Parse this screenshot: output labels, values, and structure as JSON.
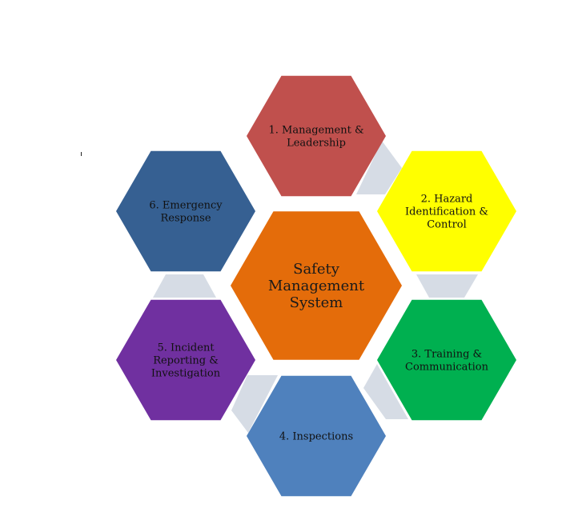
{
  "center": {
    "lines": [
      "Safety",
      "Management",
      "System"
    ],
    "color": "#E46C0A"
  },
  "hexes": [
    {
      "id": "management-leadership",
      "lines": [
        "1. Management &",
        "Leadership"
      ],
      "color": "#C0504D"
    },
    {
      "id": "hazard-identification-control",
      "lines": [
        "2. Hazard",
        "Identification &",
        "Control"
      ],
      "color": "#FFFF00"
    },
    {
      "id": "training-communication",
      "lines": [
        "3. Training &",
        "Communication"
      ],
      "color": "#00B050"
    },
    {
      "id": "inspections",
      "lines": [
        "4. Inspections"
      ],
      "color": "#4F81BD"
    },
    {
      "id": "incident-reporting-investigation",
      "lines": [
        "5. Incident",
        "Reporting &",
        "Investigation"
      ],
      "color": "#7030A0"
    },
    {
      "id": "emergency-response",
      "lines": [
        "6. Emergency",
        "Response"
      ],
      "color": "#366092"
    }
  ],
  "connector_color": "#D6DCE5"
}
